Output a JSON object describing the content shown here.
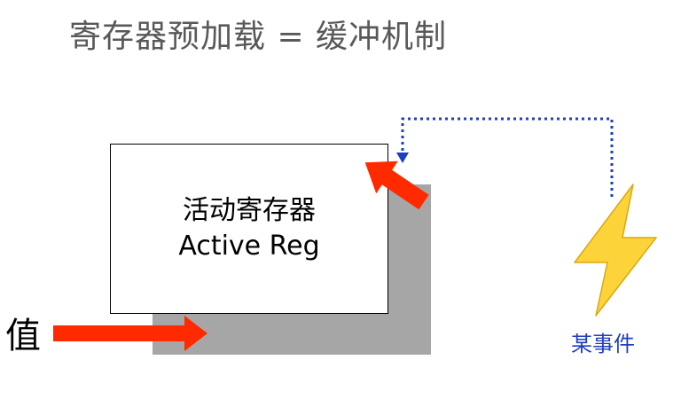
{
  "title": "寄存器预加载 = 缓冲机制",
  "active_register": {
    "label_cn": "活动寄存器",
    "label_en": "Active Reg"
  },
  "value_label": "值",
  "event_label": "某事件",
  "colors": {
    "arrow": "#ff2a00",
    "shadow_register": "#a6a6a6",
    "dotted_line": "#1f3fbf",
    "lightning_fill": "#fcd43a",
    "lightning_stroke": "#d9a90f",
    "title_text": "#595959",
    "event_text": "#1f3fbf"
  },
  "icons": {
    "event": "lightning-icon"
  }
}
